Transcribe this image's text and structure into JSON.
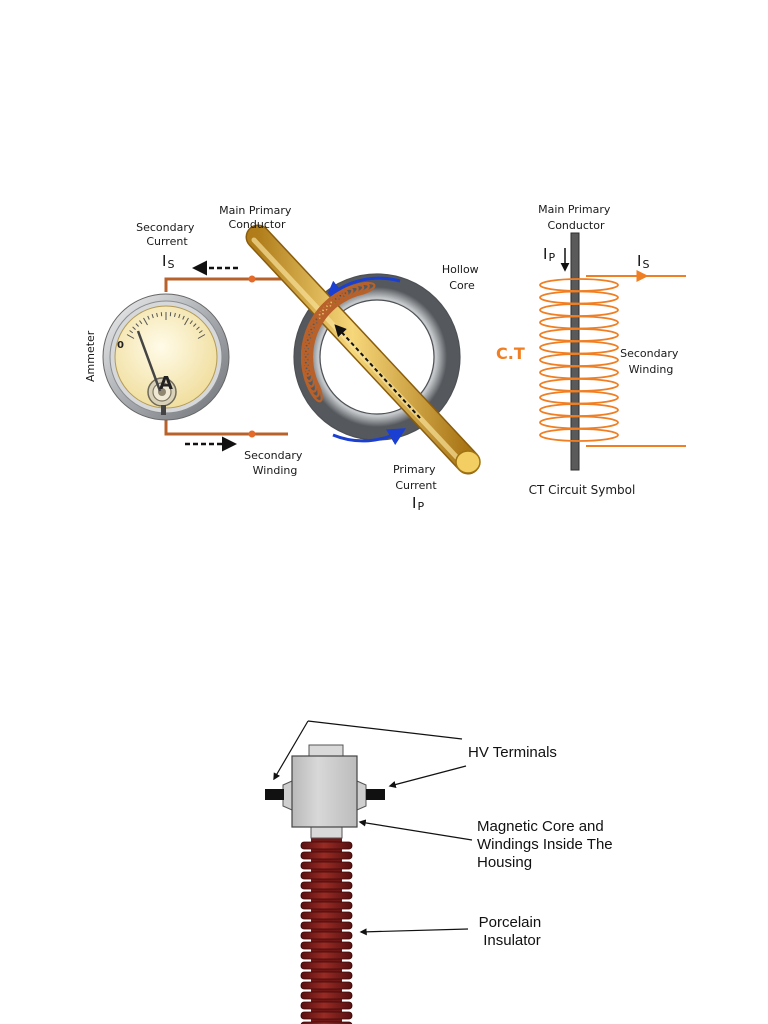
{
  "ct_diagram": {
    "main_primary_conductor": [
      "Main Primary",
      "Conductor"
    ],
    "secondary_current": [
      "Secondary",
      "Current"
    ],
    "secondary_current_symbol": "I",
    "secondary_current_sub": "S",
    "hollow_core": [
      "Hollow",
      "Core"
    ],
    "ammeter": "Ammeter",
    "ammeter_letter": "A",
    "ammeter_zero": "0",
    "secondary_winding": [
      "Secondary",
      "Winding"
    ],
    "primary_current": [
      "Primary",
      "Current"
    ],
    "primary_current_symbol": "I",
    "primary_current_sub": "P"
  },
  "circuit_symbol": {
    "main_primary_conductor": [
      "Main Primary",
      "Conductor"
    ],
    "ip_symbol": "I",
    "ip_sub": "P",
    "is_symbol": "I",
    "is_sub": "S",
    "ct_label": "C.T",
    "secondary_winding": [
      "Secondary",
      "Winding"
    ],
    "caption": "CT Circuit Symbol"
  },
  "hv_ct": {
    "hv_terminals": "HV Terminals",
    "core_windings": [
      "Magnetic Core and",
      "Windings Inside The",
      "Housing"
    ],
    "porcelain_insulator": [
      "Porcelain",
      "Insulator"
    ]
  },
  "colors": {
    "orange": "#f07e22",
    "copper": "#b8612a",
    "gold": "#e8b84a",
    "core_gray": "#8e9296",
    "blue_arrow": "#1b3fd1",
    "porcelain": "#7a1d1d"
  }
}
